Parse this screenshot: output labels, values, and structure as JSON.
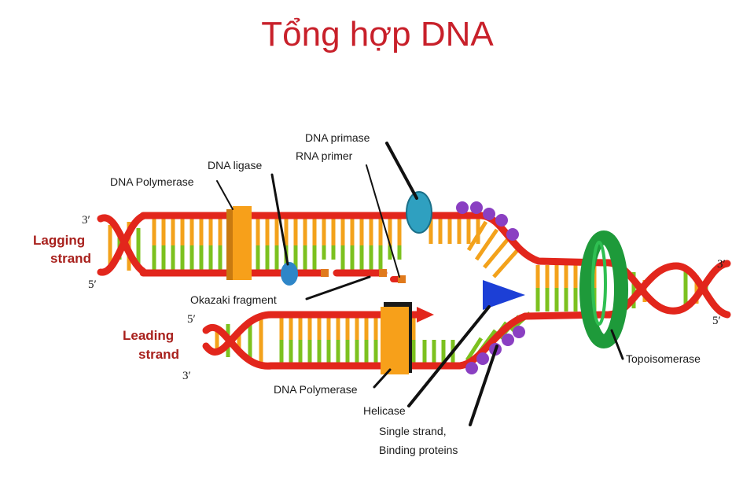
{
  "title": "Tổng hợp DNA",
  "strands": {
    "lagging": [
      "Lagging",
      "strand"
    ],
    "leading": [
      "Leading",
      "strand"
    ]
  },
  "ends": {
    "lagging_top": "3′",
    "lagging_bottom": "5′",
    "leading_top": "5′",
    "leading_bottom": "3′",
    "right_top": "3′",
    "right_bottom": "5′"
  },
  "labels": {
    "dna_primase": "DNA primase",
    "rna_primer": "RNA primer",
    "dna_ligase": "DNA ligase",
    "dna_polymerase_top": "DNA Polymerase",
    "okazaki_fragment": "Okazaki fragment",
    "dna_polymerase_bottom": "DNA Polymerase",
    "helicase": "Helicase",
    "ssb": [
      "Single strand,",
      "Binding proteins"
    ],
    "topoisomerase": "Topoisomerase"
  },
  "colors": {
    "backbone": "#e2261c",
    "rung_orange": "#f3a21b",
    "rung_green": "#7cc11f",
    "polymerase": "#f7a01a",
    "ligase": "#2e86c8",
    "primase": "#2fa0c0",
    "helicase": "#1c3fd6",
    "ssb": "#8a3fc2",
    "topoisomerase": "#1e9a3a",
    "title": "#c8202a"
  }
}
